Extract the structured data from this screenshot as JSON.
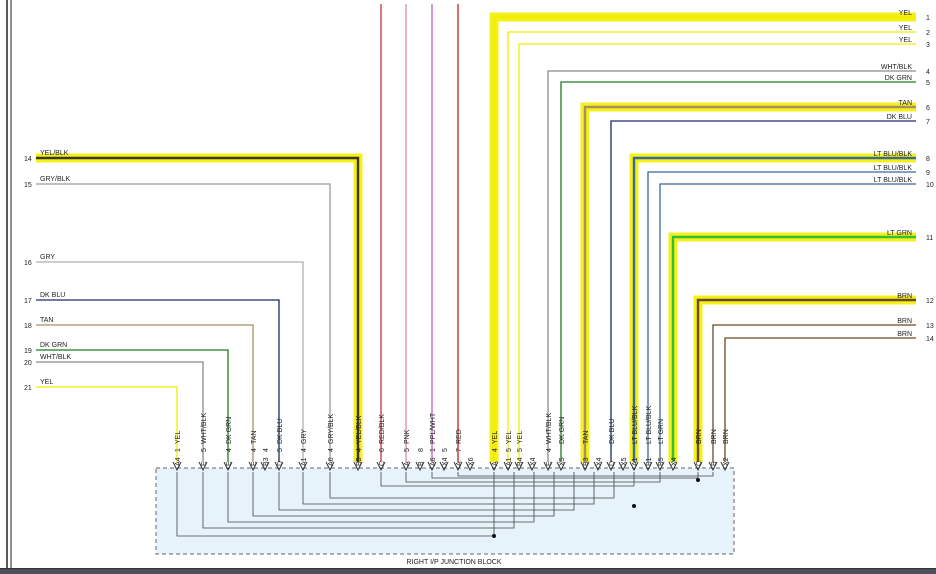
{
  "title": "RIGHT I/P JUNCTION BLOCK",
  "colors": {
    "highlight": "#f5ef1a",
    "YEL": "#f2ee00",
    "YEL/BLK": "#3a3a1a",
    "GRY/BLK": "#9a9a9a",
    "GRY": "#b0b0b0",
    "DK BLU": "#1a2a6a",
    "TAN": "#a89060",
    "DK GRN": "#1f7a1f",
    "WHT/BLK": "#8a8a8a",
    "RED/BLK": "#c83232",
    "PNK": "#e08a9a",
    "PPL/WHT": "#c060c0",
    "RED": "#c02020",
    "WHT/BLK_R": "#999999",
    "LT BLU/BLK": "#3a6a9a",
    "LT BLU": "#50b8c8",
    "LT GRN": "#30c030",
    "BRN": "#6a4a20",
    "junction_fill": "#e6f3fb",
    "junction_border": "#666666"
  },
  "left_circuits": [
    {
      "num": "14",
      "wire": "YEL/BLK",
      "highlight": true
    },
    {
      "num": "15",
      "wire": "GRY/BLK",
      "highlight": false
    },
    {
      "num": "16",
      "wire": "GRY",
      "highlight": false
    },
    {
      "num": "17",
      "wire": "DK BLU",
      "highlight": false
    },
    {
      "num": "18",
      "wire": "TAN",
      "highlight": false
    },
    {
      "num": "19",
      "wire": "DK GRN",
      "highlight": false
    },
    {
      "num": "20",
      "wire": "WHT/BLK",
      "highlight": false
    },
    {
      "num": "21",
      "wire": "YEL",
      "highlight": false
    }
  ],
  "right_circuits": [
    {
      "num": "1",
      "wire": "YEL",
      "highlight": true
    },
    {
      "num": "2",
      "wire": "YEL",
      "highlight": false
    },
    {
      "num": "3",
      "wire": "YEL",
      "highlight": false
    },
    {
      "num": "4",
      "wire": "WHT/BLK",
      "highlight": false
    },
    {
      "num": "5",
      "wire": "DK GRN",
      "highlight": false
    },
    {
      "num": "6",
      "wire": "TAN",
      "highlight": true
    },
    {
      "num": "7",
      "wire": "DK BLU",
      "highlight": false
    },
    {
      "num": "8",
      "wire": "LT BLU/BLK",
      "highlight": true
    },
    {
      "num": "9",
      "wire": "LT BLU/BLK",
      "highlight": false
    },
    {
      "num": "10",
      "wire": "LT BLU/BLK",
      "highlight": false
    },
    {
      "num": "11",
      "wire": "LT GRN",
      "highlight": true
    },
    {
      "num": "12",
      "wire": "BRN",
      "highlight": true
    },
    {
      "num": "13",
      "wire": "BRN",
      "highlight": false
    },
    {
      "num": "14",
      "wire": "BRN",
      "highlight": false
    }
  ],
  "connector_pins": [
    {
      "pin": "A4",
      "num": "1",
      "wire": "YEL"
    },
    {
      "pin": "E",
      "num": "5",
      "wire": "WHT/BLK"
    },
    {
      "pin": "E",
      "num": "4",
      "wire": "DK GRN"
    },
    {
      "pin": "E",
      "num": "4",
      "wire": "TAN"
    },
    {
      "pin": "B3",
      "num": "4",
      "wire": ""
    },
    {
      "pin": "D",
      "num": "5",
      "wire": "DK BLU"
    },
    {
      "pin": "A1",
      "num": "4",
      "wire": "GRY"
    },
    {
      "pin": "A6",
      "num": "4",
      "wire": "GRY/BLK"
    },
    {
      "pin": "B5",
      "num": "4",
      "wire": "YEL/BLK"
    },
    {
      "pin": "C",
      "num": "6",
      "wire": "RED/BLK"
    },
    {
      "pin": "A",
      "num": "5",
      "wire": "PNK"
    },
    {
      "pin": "B",
      "num": "8",
      "wire": ""
    },
    {
      "pin": "A6",
      "num": "1",
      "wire": "PPL/WHT"
    },
    {
      "pin": "X4",
      "num": "5",
      "wire": ""
    },
    {
      "pin": "A",
      "num": "7",
      "wire": "RED"
    },
    {
      "pin": "X6",
      "num": "",
      "wire": ""
    },
    {
      "pin": "A",
      "num": "4",
      "wire": "YEL"
    },
    {
      "pin": "A1",
      "num": "5",
      "wire": "YEL"
    },
    {
      "pin": "B4",
      "num": "5",
      "wire": "YEL"
    },
    {
      "pin": "X4",
      "num": "",
      "wire": ""
    },
    {
      "pin": "E",
      "num": "4",
      "wire": "WHT/BLK"
    },
    {
      "pin": "X5",
      "num": "",
      "wire": "DK GRN"
    },
    {
      "pin": "B3",
      "num": "",
      "wire": "TAN"
    },
    {
      "pin": "X4",
      "num": "",
      "wire": ""
    },
    {
      "pin": "D",
      "num": "",
      "wire": "DK BLU"
    },
    {
      "pin": "X5",
      "num": "",
      "wire": ""
    },
    {
      "pin": "A1",
      "num": "",
      "wire": "LT BLU/BLK"
    },
    {
      "pin": "B1",
      "num": "",
      "wire": "LT BLU/BLK"
    },
    {
      "pin": "B5",
      "num": "",
      "wire": "LT GRN"
    },
    {
      "pin": "X4",
      "num": "",
      "wire": ""
    },
    {
      "pin": "C",
      "num": "",
      "wire": "BRN"
    },
    {
      "pin": "B",
      "num": "",
      "wire": "BRN"
    },
    {
      "pin": "X2",
      "num": "",
      "wire": "BRN"
    }
  ]
}
